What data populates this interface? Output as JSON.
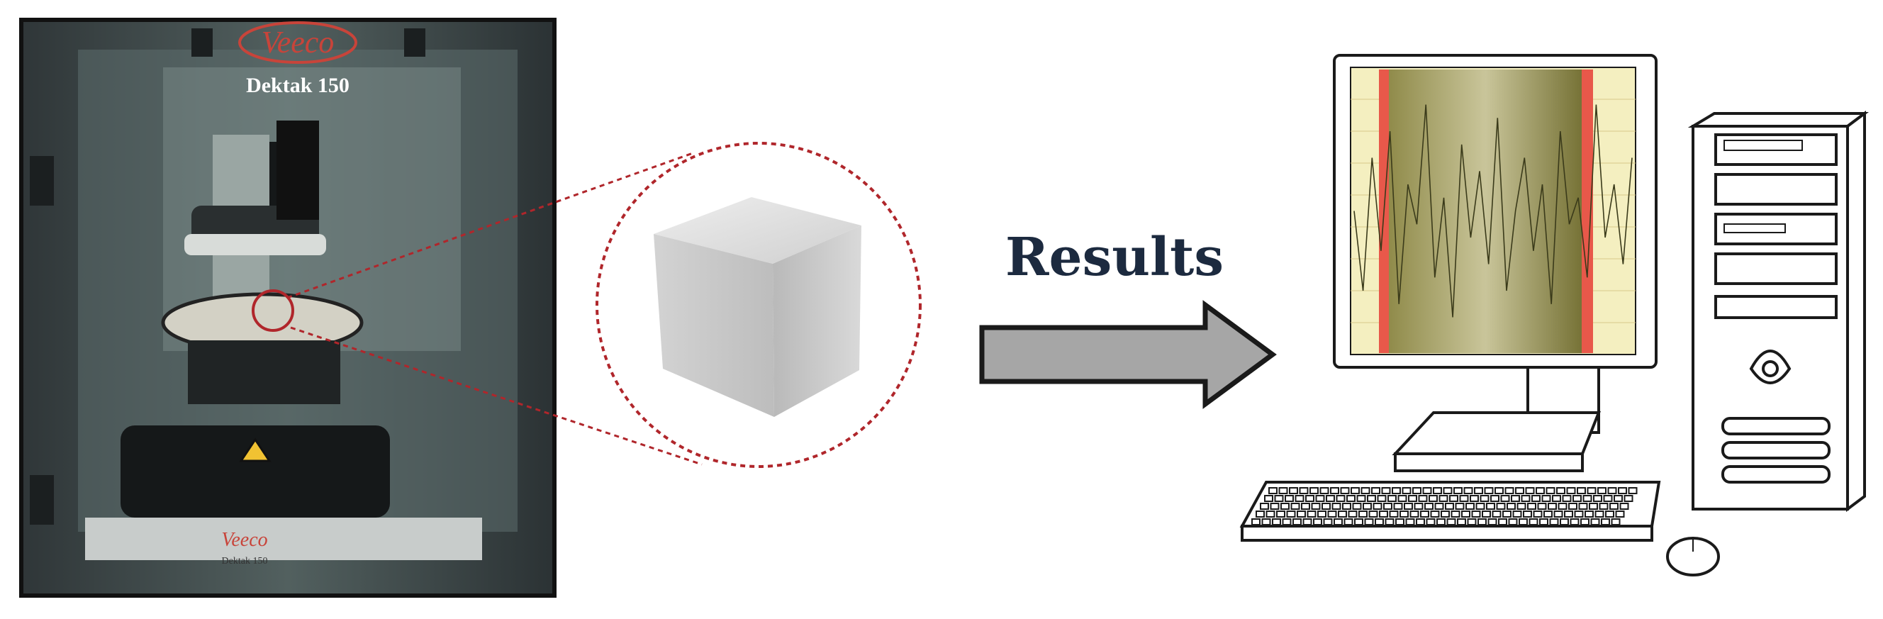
{
  "instrument": {
    "brand_logo": "Veeco",
    "model_label": "Dektak 150",
    "base_logo": "Veeco",
    "base_model": "Dektak 150"
  },
  "arrow": {
    "label": "Results"
  },
  "profile_trace": {
    "description_values": [
      0.5,
      0.2,
      0.7,
      0.35,
      0.8,
      0.15,
      0.6,
      0.45,
      0.9,
      0.25,
      0.55,
      0.1,
      0.75,
      0.4,
      0.65,
      0.3,
      0.85,
      0.2,
      0.5,
      0.7,
      0.35,
      0.6,
      0.15,
      0.8,
      0.45,
      0.55,
      0.25,
      0.9,
      0.4,
      0.6,
      0.3,
      0.7
    ]
  },
  "colors": {
    "arrow_fill": "#a6a6a6",
    "arrow_stroke": "#1a1a1a",
    "label_color": "#1c2a3f",
    "zoom_circle": "#b0262b",
    "screen_bg": "#f4efc0",
    "band_red": "#e8584a",
    "band_center": "#6e6a2c"
  }
}
